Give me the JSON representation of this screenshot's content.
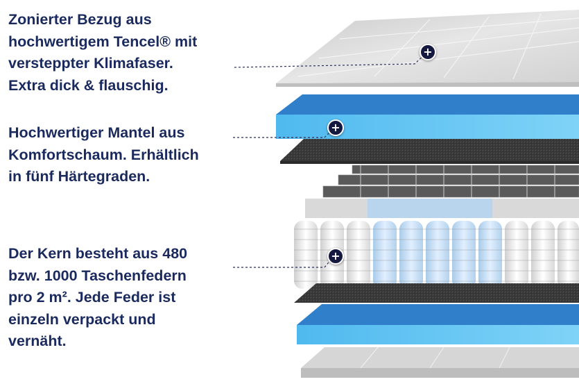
{
  "features": [
    {
      "id": "cover",
      "lines": [
        "Zonierter Bezug aus",
        "hochwertigem Tencel® mit",
        "versteppter Klimafaser.",
        "Extra dick & flauschig."
      ],
      "hotspot_symbol": "+"
    },
    {
      "id": "foam",
      "lines": [
        "Hochwertiger Mantel aus",
        "Komfortschaum. Erhältlich",
        "in fünf Härtegraden."
      ],
      "hotspot_symbol": "+"
    },
    {
      "id": "core",
      "lines": [
        "Der Kern besteht aus 480",
        "bzw. 1000 Taschenfedern",
        "pro 2 m². Jede Feder ist",
        "einzeln verpackt und",
        "vernäht."
      ],
      "hotspot_symbol": "+"
    }
  ],
  "icons": {
    "hotspot": "plus-circle-icon"
  },
  "colors": {
    "text": "#1b2a5e",
    "hotspot": "#15183f",
    "foam_blue": "#2f86cf",
    "foam_light": "#6cc6f2",
    "felt": "#3c3c3c",
    "cover": "#d9d9d9"
  }
}
